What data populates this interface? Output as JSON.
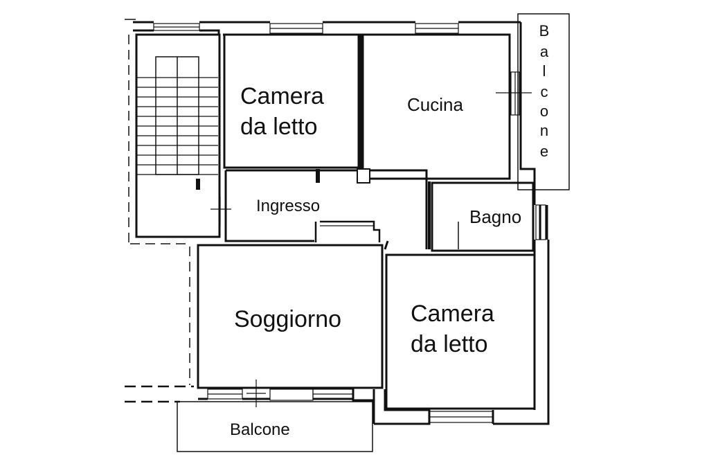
{
  "floorplan": {
    "rooms": {
      "camera_top": {
        "line1": "Camera",
        "line2": "da letto"
      },
      "cucina": "Cucina",
      "ingresso": "Ingresso",
      "bagno": "Bagno",
      "soggiorno": "Soggiorno",
      "camera_bottom": {
        "line1": "Camera",
        "line2": "da letto"
      },
      "balcone_bottom": "Balcone",
      "balcone_right": [
        "B",
        "a",
        "l",
        "c",
        "o",
        "n",
        "e"
      ]
    }
  }
}
